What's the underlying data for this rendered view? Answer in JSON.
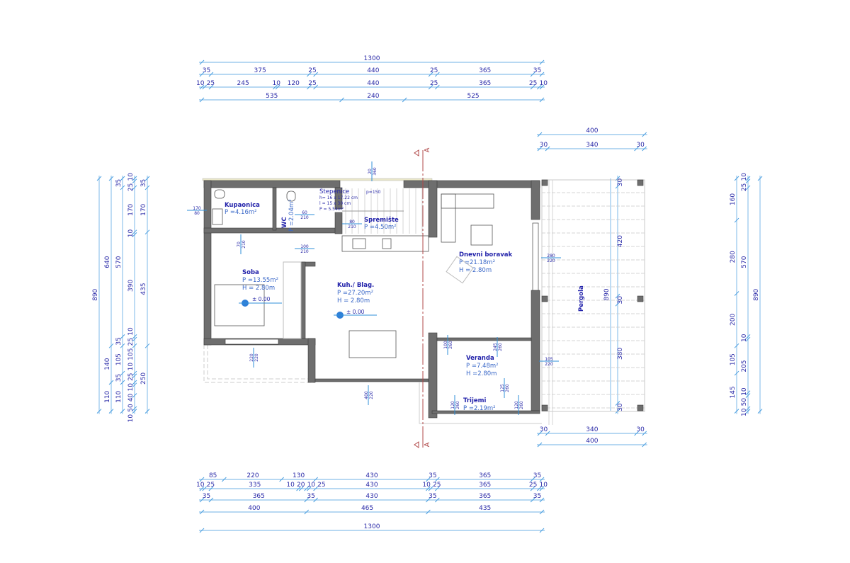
{
  "colors": {
    "dimension_text": "#2a2aa8",
    "dimension_line": "#6fb2e6",
    "wall": "#6e6e6e",
    "section_line": "#b04848",
    "room_name": "#2222aa",
    "room_value": "#3a68c8"
  },
  "dimensions": {
    "top": [
      [
        1300
      ],
      [
        35,
        375,
        25,
        440,
        25,
        365,
        35
      ],
      [
        10,
        25,
        245,
        10,
        120,
        25,
        440,
        25,
        365,
        25,
        10
      ],
      [
        535,
        240,
        525
      ]
    ],
    "bottom": [
      [
        85,
        220,
        130,
        430,
        35,
        365,
        35
      ],
      [
        10,
        25,
        335,
        10,
        20,
        10,
        25,
        430,
        10,
        25,
        365,
        25,
        10
      ],
      [
        35,
        365,
        35,
        430,
        35,
        365,
        35
      ],
      [
        400,
        465,
        435
      ],
      [
        1300
      ]
    ],
    "left": [
      [
        890
      ],
      [
        640,
        140,
        110
      ],
      [
        35,
        570,
        35,
        105,
        35,
        110
      ],
      [
        10,
        25,
        170,
        10,
        390,
        10,
        25,
        105,
        10,
        25,
        10,
        40,
        50,
        10
      ],
      [
        35,
        170,
        435,
        250
      ]
    ],
    "right": [
      [
        160,
        280,
        200,
        105,
        145
      ],
      [
        10,
        25,
        570,
        10,
        205,
        10,
        50,
        10
      ],
      [
        890
      ]
    ],
    "pergola_top": [
      [
        400
      ],
      [
        30,
        340,
        30
      ]
    ],
    "pergola_bottom": [
      [
        30,
        340,
        30
      ],
      [
        400
      ]
    ],
    "pergola_inner": [
      30,
      420,
      30,
      380,
      30
    ],
    "pergola_total": "890"
  },
  "rooms": [
    {
      "name": "Kupaonica",
      "area": "P =4.16m²"
    },
    {
      "name": "WC",
      "area": "P =2.04m²"
    },
    {
      "name": "Stepenice",
      "notes": [
        "h= 16 x 17.22 cm",
        "l = 15 x 30 cm",
        "P = 5.54m²"
      ],
      "rise": "p=150"
    },
    {
      "name": "Spremište",
      "area": "P =4.50m²"
    },
    {
      "name": "Soba",
      "area": "P =13.55m²",
      "height": "H = 2.80m",
      "level": "± 0.00"
    },
    {
      "name": "Kuh./ Blag.",
      "area": "P =27.20m²",
      "height": "H = 2.80m",
      "level": "± 0.00"
    },
    {
      "name": "Dnevni boravak",
      "area": "P =21.18m²",
      "height": "H = 2.80m"
    },
    {
      "name": "Veranda",
      "area": "P =7.48m²",
      "height": "H =2.80m"
    },
    {
      "name": "Trijemi",
      "area": "P =2.19m²"
    }
  ],
  "pergola_label": "Pergola",
  "section_label": "A",
  "openings": [
    {
      "top": "170",
      "bottom": "80"
    },
    {
      "top": "60",
      "bottom": "210"
    },
    {
      "top": "80",
      "bottom": "210"
    },
    {
      "top": "70",
      "bottom": "210"
    },
    {
      "top": "100",
      "bottom": "210"
    },
    {
      "top": "20",
      "bottom": "360"
    },
    {
      "top": "220",
      "bottom": "220"
    },
    {
      "top": "400",
      "bottom": "220"
    },
    {
      "top": "280",
      "bottom": "220"
    },
    {
      "top": "100",
      "bottom": "260"
    },
    {
      "top": "245",
      "bottom": "260"
    },
    {
      "top": "105",
      "bottom": "220"
    },
    {
      "top": "120",
      "bottom": "260"
    },
    {
      "top": "120",
      "bottom": "260"
    },
    {
      "top": "125",
      "bottom": "260"
    }
  ]
}
